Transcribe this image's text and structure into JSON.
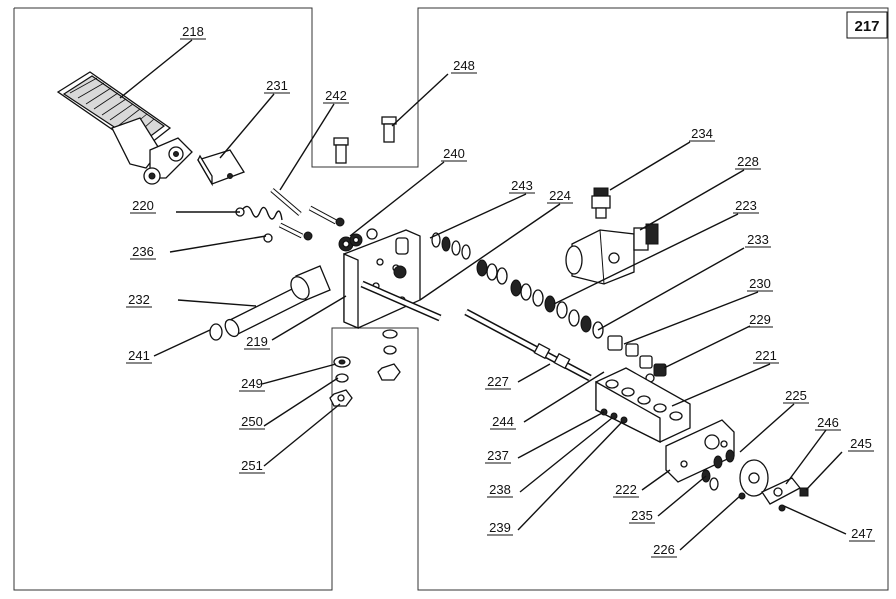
{
  "diagram_number": "217",
  "callouts": [
    {
      "id": "218",
      "text": "218"
    },
    {
      "id": "231",
      "text": "231"
    },
    {
      "id": "242",
      "text": "242"
    },
    {
      "id": "248",
      "text": "248"
    },
    {
      "id": "240",
      "text": "240"
    },
    {
      "id": "243",
      "text": "243"
    },
    {
      "id": "224",
      "text": "224"
    },
    {
      "id": "234",
      "text": "234"
    },
    {
      "id": "228",
      "text": "228"
    },
    {
      "id": "223",
      "text": "223"
    },
    {
      "id": "220",
      "text": "220"
    },
    {
      "id": "236",
      "text": "236"
    },
    {
      "id": "233",
      "text": "233"
    },
    {
      "id": "230",
      "text": "230"
    },
    {
      "id": "232",
      "text": "232"
    },
    {
      "id": "229",
      "text": "229"
    },
    {
      "id": "241",
      "text": "241"
    },
    {
      "id": "219",
      "text": "219"
    },
    {
      "id": "221",
      "text": "221"
    },
    {
      "id": "249",
      "text": "249"
    },
    {
      "id": "227",
      "text": "227"
    },
    {
      "id": "225",
      "text": "225"
    },
    {
      "id": "244",
      "text": "244"
    },
    {
      "id": "250",
      "text": "250"
    },
    {
      "id": "246",
      "text": "246"
    },
    {
      "id": "245",
      "text": "245"
    },
    {
      "id": "237",
      "text": "237"
    },
    {
      "id": "251",
      "text": "251"
    },
    {
      "id": "222",
      "text": "222"
    },
    {
      "id": "238",
      "text": "238"
    },
    {
      "id": "235",
      "text": "235"
    },
    {
      "id": "239",
      "text": "239"
    },
    {
      "id": "247",
      "text": "247"
    },
    {
      "id": "226",
      "text": "226"
    }
  ]
}
